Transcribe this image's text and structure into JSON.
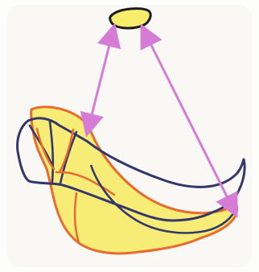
{
  "diagram": {
    "colors": {
      "background": "#fdfdfb",
      "paper_texture": "#f3f1ea",
      "yellow_fill": "#f5ec7a",
      "orange_outline": "#ea6a2d",
      "blue_outline": "#34376b",
      "oval_outline": "#1b1b1b",
      "arrow_color": "#d67bd6"
    },
    "shapes": [
      "small-oval-top",
      "yellow-crescent-shape-orange-outline",
      "blue-outlined-crescent-overlay"
    ],
    "arrows": [
      "arrow-oval-to-left-shape",
      "arrow-oval-to-right-tip"
    ]
  }
}
